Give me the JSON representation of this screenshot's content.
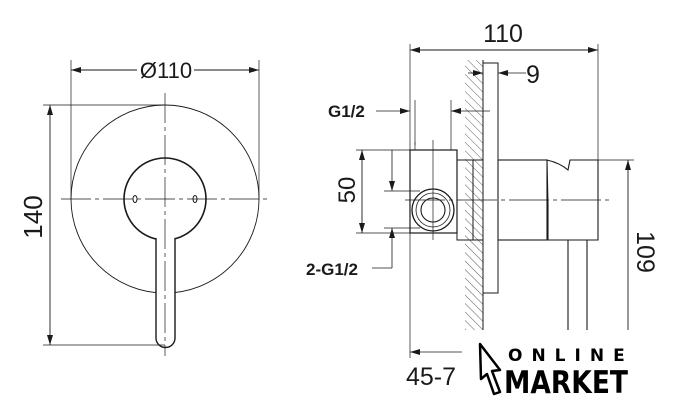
{
  "front_view": {
    "diameter_label": "Ø110",
    "height_label": "140"
  },
  "side_view": {
    "depth_label": "110",
    "plate_label": "9",
    "inlet_label": "G1/2",
    "height_body_label": "50",
    "outlet_label": "2-G1/2",
    "handle_height_label": "109",
    "wall_range_label": "45-7"
  },
  "logo": {
    "line1": "ONLINE",
    "line2": "MARKET"
  },
  "colors": {
    "line": "#1a1a1a",
    "background": "#ffffff"
  }
}
